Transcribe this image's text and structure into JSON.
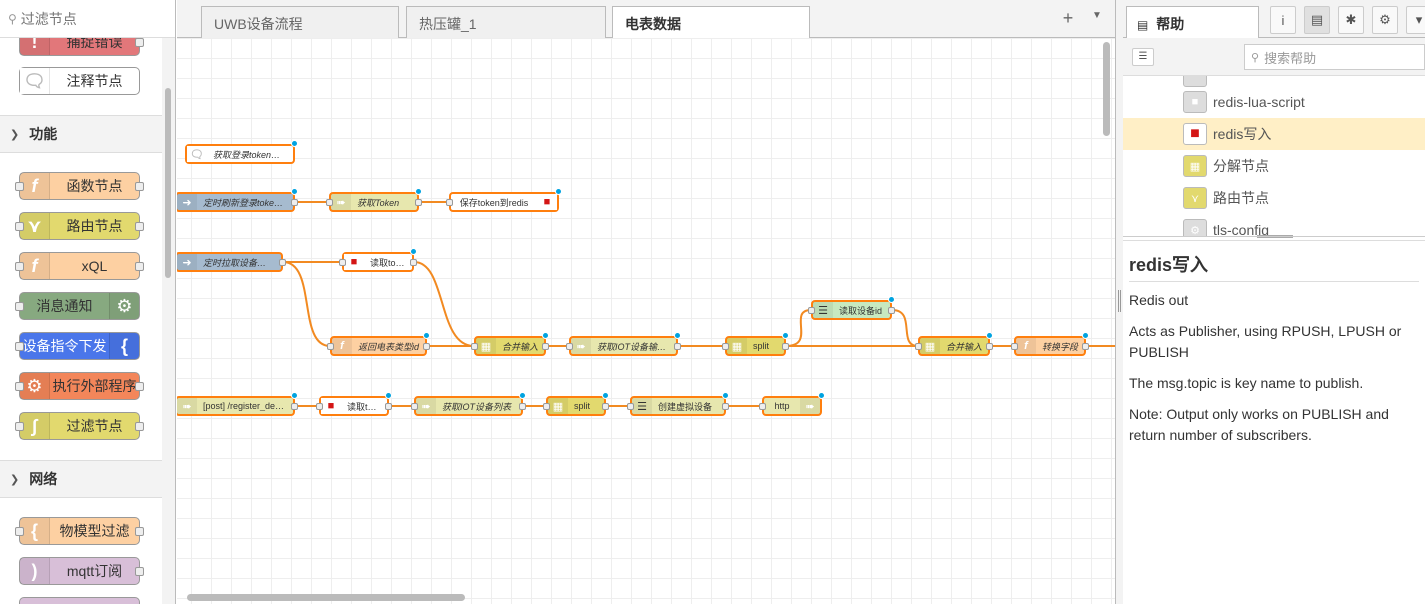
{
  "palette": {
    "search_placeholder": "过滤节点",
    "categories": {
      "function": "功能",
      "network": "网络"
    },
    "nodes": {
      "catch": "捕捉错误",
      "comment": "注释节点",
      "function": "函数节点",
      "switch": "路由节点",
      "xql": "xQL",
      "notify": "消息通知",
      "device_cmd": "设备指令下发",
      "exec": "执行外部程序",
      "filter": "过滤节点",
      "model_filter": "物模型过滤",
      "mqtt_in": "mqtt订阅"
    }
  },
  "tabs": [
    "UWB设备流程",
    "热压罐_1",
    "电表数据"
  ],
  "flow": {
    "nodes": {
      "n_comment": "获取登录token说明",
      "n_inject1": "定时刷新登录token ↻",
      "n_gettoken": "获取Token",
      "n_savetoken": "保存token到redis",
      "n_inject2": "定时拉取设备数据 ↻",
      "n_readtoken1": "读取token",
      "n_returntype": "返回电表类型id",
      "n_join1": "合并输入",
      "n_getiot": "获取IOT设备输出值",
      "n_split1": "split",
      "n_readid": "读取设备id",
      "n_join2": "合并输入",
      "n_convert": "转换字段",
      "n_httpin": "[post] /register_devices",
      "n_readtoken2": "读取token",
      "n_iotlist": "获取IOT设备列表",
      "n_split2": "split",
      "n_createdev": "创建虚拟设备",
      "n_httpout": "http"
    }
  },
  "sidebar": {
    "tab_label": "帮助",
    "search_placeholder": "搜索帮助",
    "tree": [
      "redis-lua-script",
      "redis写入",
      "分解节点",
      "路由节点",
      "tls-config"
    ],
    "help": {
      "title": "redis写入",
      "paragraphs": [
        "Redis out",
        "Acts as Publisher, using RPUSH, LPUSH or PUBLISH",
        "The msg.topic is key name to publish.",
        "Note: Output only works on PUBLISH and return number of subscribers."
      ]
    }
  },
  "colors": {
    "function": "#fdd0a2",
    "switch": "#e2d96e",
    "notify": "#87a980",
    "device_cmd": "#4a76ea",
    "exec": "#f3865a",
    "catch": "#e2777a",
    "inject": "#a6bbcf",
    "http": "#e7e7ae",
    "redis": "#fdd0a2",
    "split": "#e2d96e",
    "lightgreen": "#c7e9c0",
    "mqtt": "#d8bfd8"
  }
}
